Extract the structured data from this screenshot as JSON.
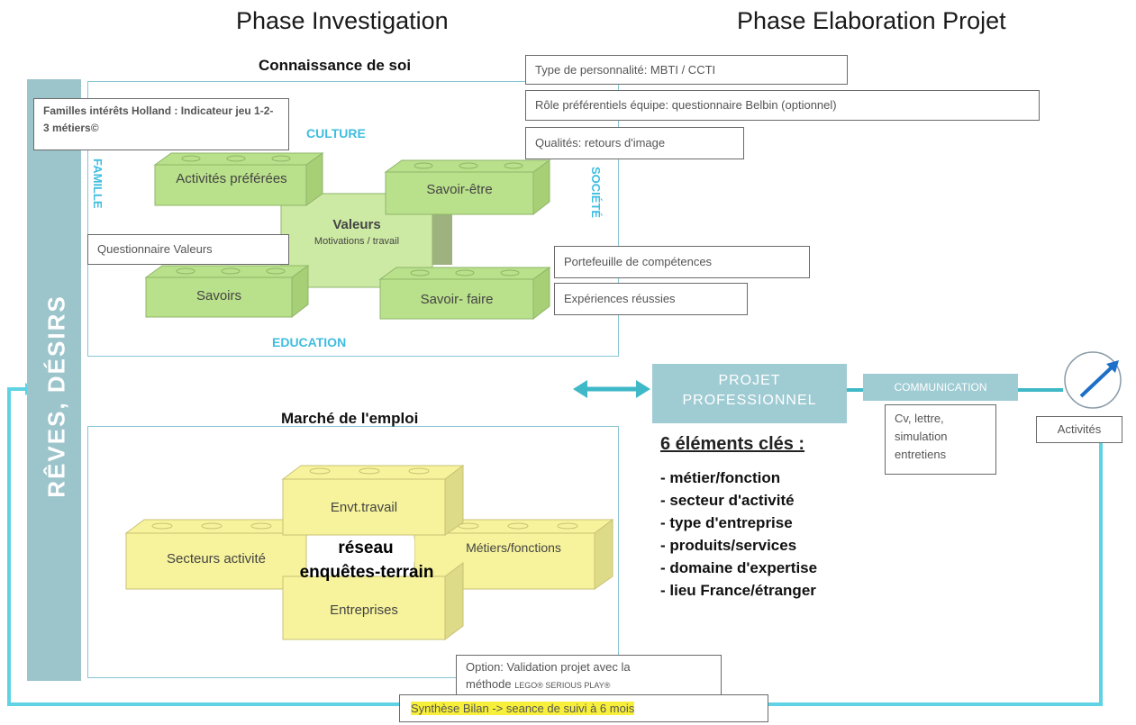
{
  "phases": {
    "investigation": "Phase Investigation",
    "elaboration": "Phase Elaboration Projet"
  },
  "sidebar": {
    "label": "RÊVES, DÉSIRS"
  },
  "top_panel": {
    "title": "Connaissance de soi",
    "labels": {
      "culture": "CULTURE",
      "famille": "FAMILLE",
      "societe": "SOCIÉTÉ",
      "education": "EDUCATION"
    },
    "bricks": {
      "activites": "Activités préférées",
      "savoir_etre": "Savoir-être",
      "valeurs_title": "Valeurs",
      "valeurs_sub": "Motivations / travail",
      "savoirs": "Savoirs",
      "savoir_faire": "Savoir- faire"
    }
  },
  "notes": {
    "holland": "Familles intérêts Holland : Indicateur jeu 1-2-3 métiers©",
    "valeurs": "Questionnaire Valeurs",
    "mbti": "Type de personnalité: MBTI / CCTI",
    "belbin": "Rôle préférentiels équipe: questionnaire Belbin (optionnel)",
    "qualites": "Qualités: retours d'image",
    "portefeuille": "Portefeuille de compétences",
    "experiences": "Expériences réussies",
    "cv": "Cv, lettre, simulation entretiens",
    "activites": "Activités",
    "option_line1": "Option: Validation projet avec la",
    "option_line2": "méthode",
    "option_small": "LEGO® SERIOUS PLAY®",
    "synthese": "Synthèse Bilan -> seance de suivi à 6 mois"
  },
  "bottom_panel": {
    "title": "Marché de l'emploi",
    "bricks": {
      "envt": "Envt.travail",
      "secteurs": "Secteurs activité",
      "metiers": "Métiers/fonctions",
      "entreprises": "Entreprises"
    },
    "center_line1": "réseau",
    "center_line2": "enquêtes-terrain"
  },
  "projet": {
    "line1": "PROJET",
    "line2": "PROFESSIONNEL",
    "communication": "COMMUNICATION",
    "key_title": "6 éléments clés :",
    "key_items": [
      "- métier/fonction",
      "- secteur d'activité",
      "- type d'entreprise",
      "- produits/services",
      "- domaine d'expertise",
      "- lieu France/étranger"
    ]
  },
  "colors": {
    "green_brick": "#b9e08a",
    "yellow_brick": "#f7f39c",
    "cyan_line": "#5fd3e3",
    "sidebar": "#9cc4cb",
    "projet_box": "#9fcbd3"
  }
}
